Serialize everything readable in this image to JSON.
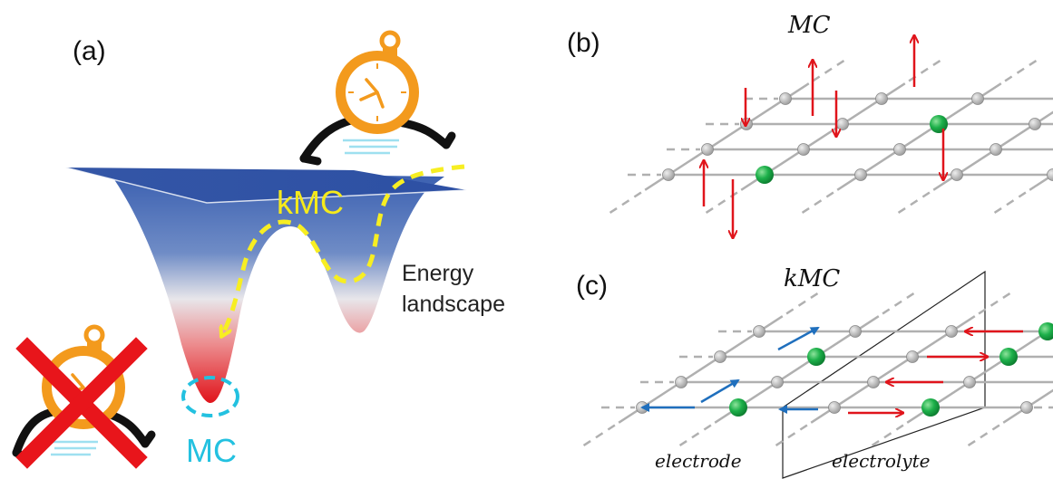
{
  "panel_a": {
    "label": "(a)",
    "energy_landscape_line1": "Energy",
    "energy_landscape_line2": "landscape",
    "kmc_path_label": "kMC",
    "mc_minimum_label": "MC",
    "colors": {
      "high_energy": "#3d63b2",
      "low_energy": "#e0141b",
      "kmc_path": "#f7ee22",
      "mc_circle": "#23c1e0",
      "stopwatch": "#f39a1d",
      "cross": "#e8151b"
    },
    "icons": [
      "running-stopwatch-icon",
      "crossed-stopwatch-icon"
    ]
  },
  "panel_b": {
    "label": "(b)",
    "title": "MC",
    "colors": {
      "lattice_site": "#b9b9b9",
      "particle": "#1db04a",
      "arrow": "#e0141b"
    }
  },
  "panel_c": {
    "label": "(c)",
    "title": "kMC",
    "electrode_label": "electrode",
    "electrolyte_label": "electrolyte",
    "colors": {
      "lattice_site": "#b9b9b9",
      "particle": "#1db04a",
      "red_arrow": "#e0141b",
      "blue_arrow": "#1f6fbd"
    }
  }
}
